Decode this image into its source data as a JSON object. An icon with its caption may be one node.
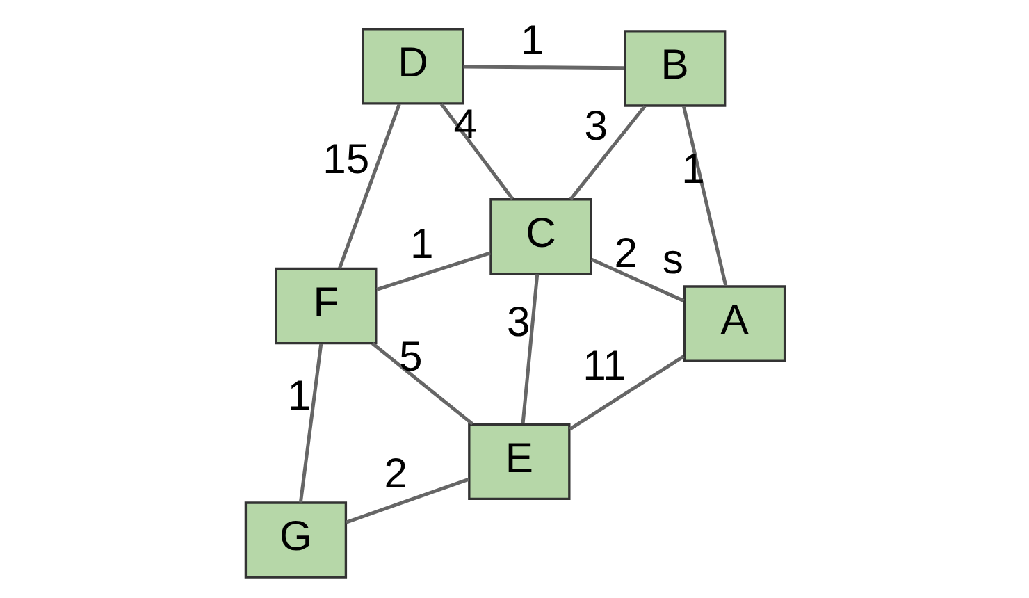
{
  "diagram": {
    "nodes": [
      {
        "text": [
          "A"
        ],
        "beside": [
          "s"
        ]
      },
      {
        "text": [
          "B"
        ]
      },
      {
        "text": [
          "C"
        ]
      },
      {
        "text": [
          "D"
        ]
      },
      {
        "text": [
          "E"
        ]
      },
      {
        "text": [
          "F"
        ]
      },
      {
        "text": [
          "G"
        ]
      }
    ],
    "edges": [
      {
        "from": 0,
        "to": 4,
        "arrow": "none",
        "label": "11"
      },
      {
        "from": 0,
        "to": 2,
        "arrow": "none",
        "label": "2"
      },
      {
        "from": 0,
        "to": 1,
        "arrow": "none",
        "label": "1"
      },
      {
        "from": 4,
        "to": 6,
        "arrow": "none",
        "label": "2"
      },
      {
        "from": 4,
        "to": 2,
        "arrow": "none",
        "label": "3"
      },
      {
        "from": 4,
        "to": 5,
        "arrow": "none",
        "label": "5"
      },
      {
        "from": 6,
        "to": 5,
        "arrow": "none",
        "label": "1"
      },
      {
        "from": 5,
        "to": 2,
        "arrow": "none",
        "label": "1"
      },
      {
        "from": 2,
        "to": 1,
        "arrow": "none",
        "label": "3"
      },
      {
        "from": 2,
        "to": 3,
        "arrow": "none",
        "label": "4"
      },
      {
        "from": 5,
        "to": 3,
        "arrow": "none",
        "label": "15"
      },
      {
        "from": 1,
        "to": 3,
        "arrow": "none",
        "label": "1"
      }
    ]
  }
}
